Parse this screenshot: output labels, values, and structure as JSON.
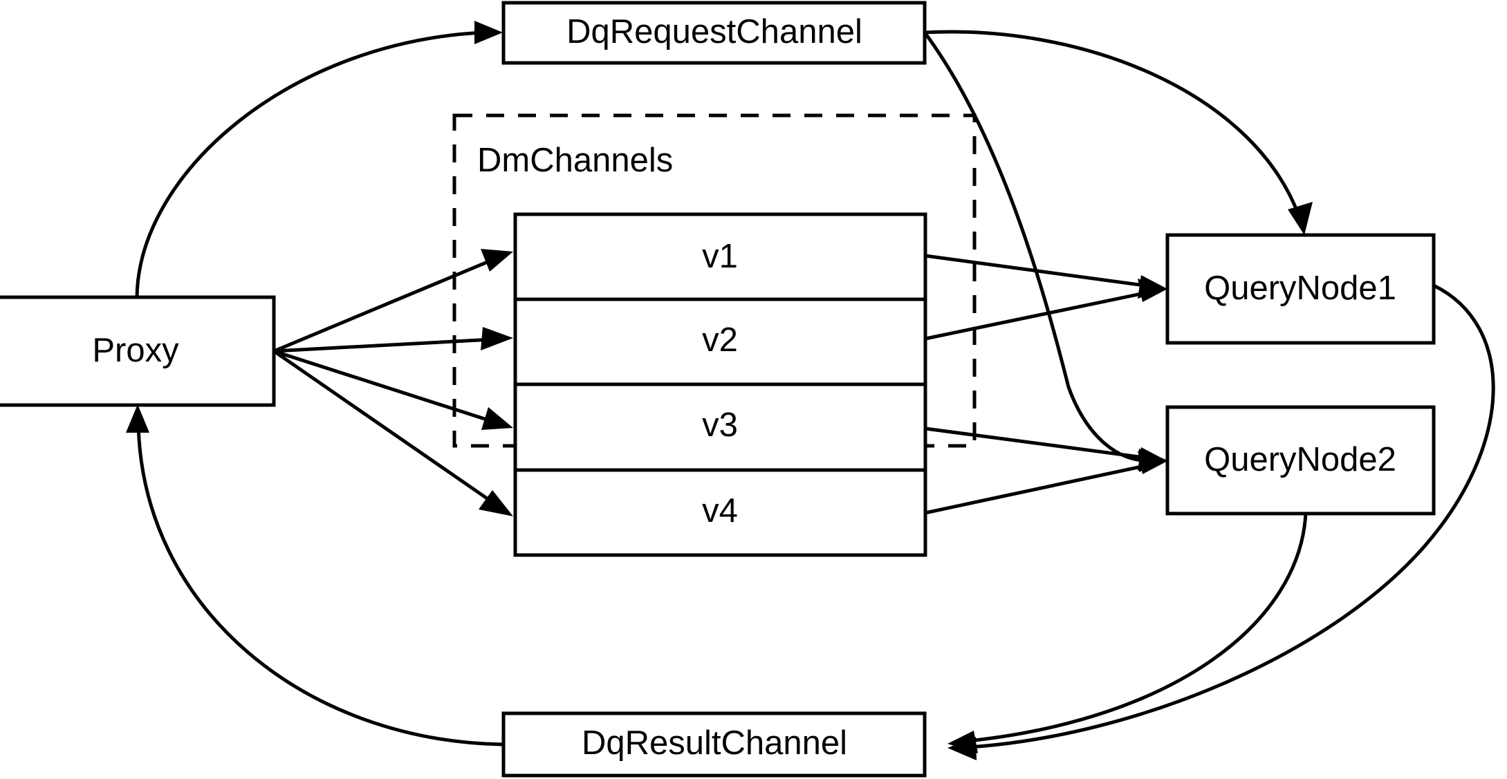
{
  "diagram": {
    "title": "Milvus distributed query channel flow",
    "background_color": "#ffffff",
    "stroke_color": "#000000",
    "nodes": {
      "proxy": {
        "label": "Proxy"
      },
      "dq_request_channel": {
        "label": "DqRequestChannel"
      },
      "dq_result_channel": {
        "label": "DqResultChannel"
      },
      "query_node_1": {
        "label": "QueryNode1"
      },
      "query_node_2": {
        "label": "QueryNode2"
      }
    },
    "group": {
      "label": "DmChannels",
      "style": "dashed",
      "channels": [
        {
          "label": "v1"
        },
        {
          "label": "v2"
        },
        {
          "label": "v3"
        },
        {
          "label": "v4"
        }
      ]
    },
    "edges": [
      {
        "from": "Proxy",
        "to": "DqRequestChannel",
        "style": "curved",
        "arrow": true
      },
      {
        "from": "Proxy",
        "to": "v1",
        "style": "straight",
        "arrow": true
      },
      {
        "from": "Proxy",
        "to": "v2",
        "style": "straight",
        "arrow": true
      },
      {
        "from": "Proxy",
        "to": "v3",
        "style": "straight",
        "arrow": true
      },
      {
        "from": "Proxy",
        "to": "v4",
        "style": "straight",
        "arrow": true
      },
      {
        "from": "DqRequestChannel",
        "to": "QueryNode1",
        "style": "curved",
        "arrow": true
      },
      {
        "from": "DqRequestChannel",
        "to": "QueryNode2",
        "style": "curved",
        "arrow": true
      },
      {
        "from": "v1",
        "to": "QueryNode1",
        "style": "straight",
        "arrow": true
      },
      {
        "from": "v2",
        "to": "QueryNode1",
        "style": "straight",
        "arrow": true
      },
      {
        "from": "v3",
        "to": "QueryNode2",
        "style": "straight",
        "arrow": true
      },
      {
        "from": "v4",
        "to": "QueryNode2",
        "style": "straight",
        "arrow": true
      },
      {
        "from": "QueryNode1",
        "to": "DqResultChannel",
        "style": "curved",
        "arrow": true
      },
      {
        "from": "QueryNode2",
        "to": "DqResultChannel",
        "style": "curved",
        "arrow": true
      },
      {
        "from": "DqResultChannel",
        "to": "Proxy",
        "style": "curved",
        "arrow": true
      }
    ]
  }
}
